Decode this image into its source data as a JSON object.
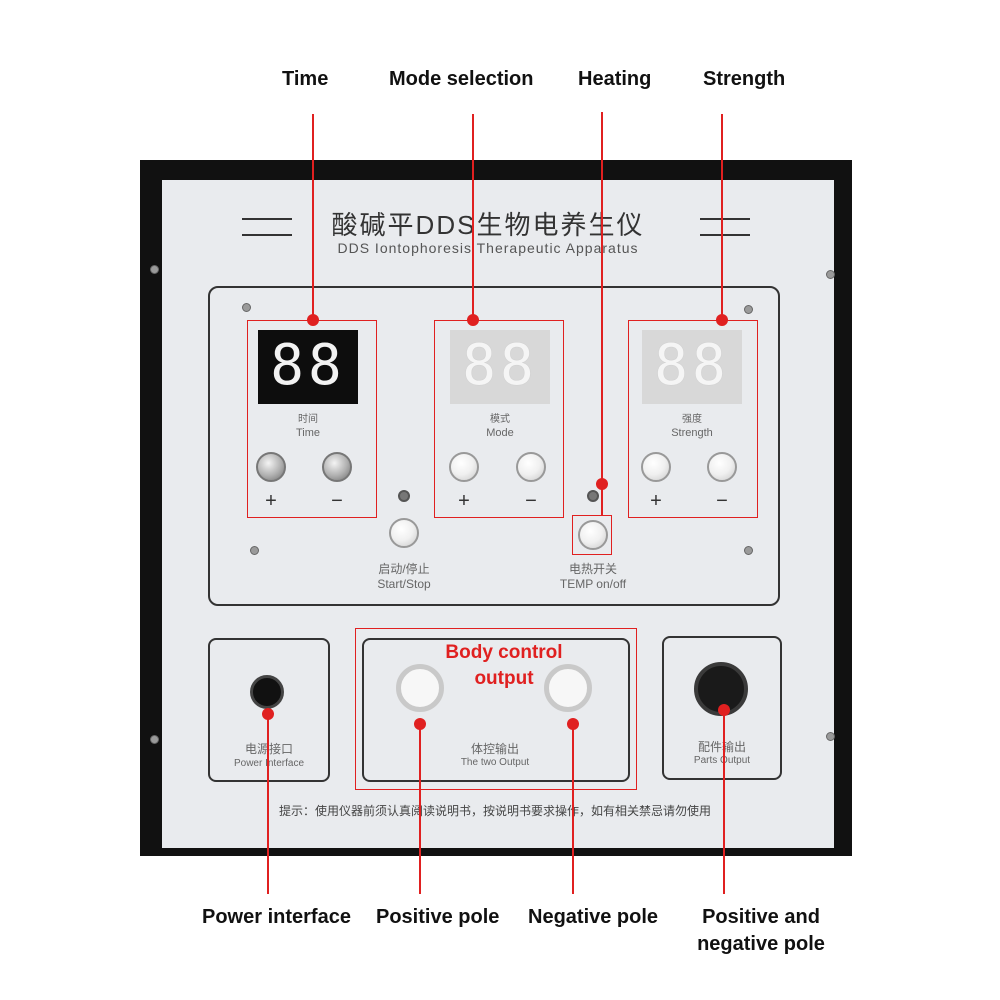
{
  "callouts": {
    "time": "Time",
    "mode_selection": "Mode selection",
    "heating": "Heating",
    "strength": "Strength",
    "power_interface": "Power interface",
    "positive_pole": "Positive pole",
    "negative_pole": "Negative pole",
    "positive_and_negative_line1": "Positive and",
    "positive_and_negative_line2": "negative pole",
    "body_control_line1": "Body control",
    "body_control_line2": "output"
  },
  "panel": {
    "title": "酸碱平DDS生物电养生仪",
    "subtitle": "DDS Iontophoresis Therapeutic Apparatus",
    "notice": "提示：使用仪器前须认真阅读说明书，按说明书要求操作，如有相关禁忌请勿使用"
  },
  "displays": [
    {
      "value": "88",
      "label_cn": "时间",
      "label_en": "Time"
    },
    {
      "value": "88",
      "label_cn": "模式",
      "label_en": "Mode"
    },
    {
      "value": "88",
      "label_cn": "强度",
      "label_en": "Strength"
    }
  ],
  "signs": {
    "plus": "+",
    "minus": "−"
  },
  "controls": {
    "start_cn": "启动/停止",
    "start_en": "Start/Stop",
    "temp_cn": "电热开关",
    "temp_en": "TEMP on/off"
  },
  "ports": {
    "power_cn": "电源接口",
    "power_en": "Power Interface",
    "output_cn": "体控输出",
    "output_en": "The two Output",
    "parts_cn": "配件输出",
    "parts_en": "Parts Output"
  },
  "colors": {
    "accent": "#e02020",
    "panel": "#e9ebee",
    "frame": "#111111"
  }
}
